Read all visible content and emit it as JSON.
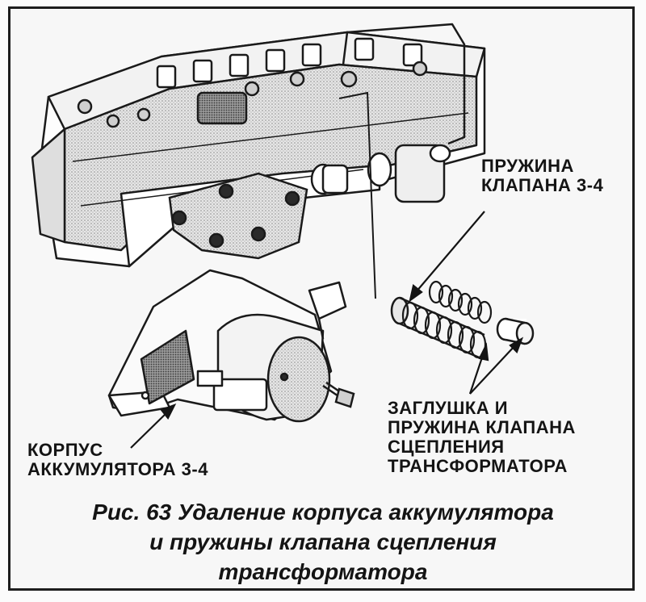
{
  "labels": {
    "spring_valve": [
      "ПРУЖИНА",
      "КЛАПАНА 3-4"
    ],
    "plug_spring": [
      "ЗАГЛУШКА И",
      "ПРУЖИНА КЛАПАНА",
      "СЦЕПЛЕНИЯ",
      "ТРАНСФОРМАТОРА"
    ],
    "accumulator_body": [
      "КОРПУС",
      "АККУМУЛЯТОРА 3-4"
    ]
  },
  "caption": {
    "lines": [
      "Рис. 63 Удаление корпуса аккумулятора",
      "и пружины клапана сцепления",
      "трансформатора"
    ]
  },
  "colors": {
    "ink": "#141414",
    "paper": "#f7f7f7"
  }
}
